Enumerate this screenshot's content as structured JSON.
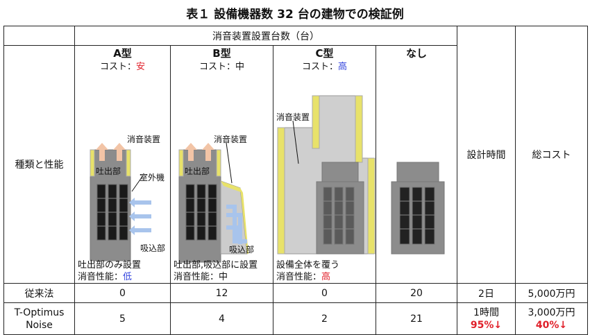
{
  "title": "表１ 設備機器数 32 台の建物での検証例",
  "header": {
    "group": "消音装置設置台数（台）",
    "row_label": "種類と性能",
    "design_time": "設計時間",
    "total_cost": "総コスト"
  },
  "types": [
    {
      "name": "A型",
      "cost_prefix": "コスト：",
      "cost_value": "安",
      "lbl_device": "消音装置",
      "lbl_outlet": "吐出部",
      "lbl_unit": "室外機",
      "lbl_intake": "吸込部",
      "desc": "吐出部のみ設置",
      "perf_prefix": "消音性能：",
      "perf_value": "低"
    },
    {
      "name": "B型",
      "cost_prefix": "コスト：",
      "cost_value": "中",
      "lbl_device": "消音装置",
      "lbl_outlet": "吐出部",
      "lbl_intake": "吸込部",
      "desc": "吐出部,吸込部に設置",
      "perf_prefix": "消音性能：",
      "perf_value": "中"
    },
    {
      "name": "C型",
      "cost_prefix": "コスト：",
      "cost_value": "高",
      "lbl_device": "消音装置",
      "desc": "設備全体を覆う",
      "perf_prefix": "消音性能：",
      "perf_value": "高"
    },
    {
      "name": "なし"
    }
  ],
  "rows": [
    {
      "label": "従来法",
      "values": [
        "0",
        "12",
        "0",
        "20"
      ],
      "time": "2日",
      "cost": "5,000万円"
    },
    {
      "label_line1": "T-Optimus",
      "label_line2": "Noise",
      "values": [
        "5",
        "4",
        "2",
        "21"
      ],
      "time": "1時間",
      "time_reduction": "95%↓",
      "cost": "3,000万円",
      "cost_reduction": "40%↓"
    }
  ],
  "colors": {
    "red": "#e0202a",
    "blue": "#3344dd",
    "yellow": "#e8e26a",
    "building": "#8c8c8c",
    "window": "#1a1a1a",
    "arrow_up": "#f2c4a6",
    "arrow_blue": "#a8c4ec"
  }
}
